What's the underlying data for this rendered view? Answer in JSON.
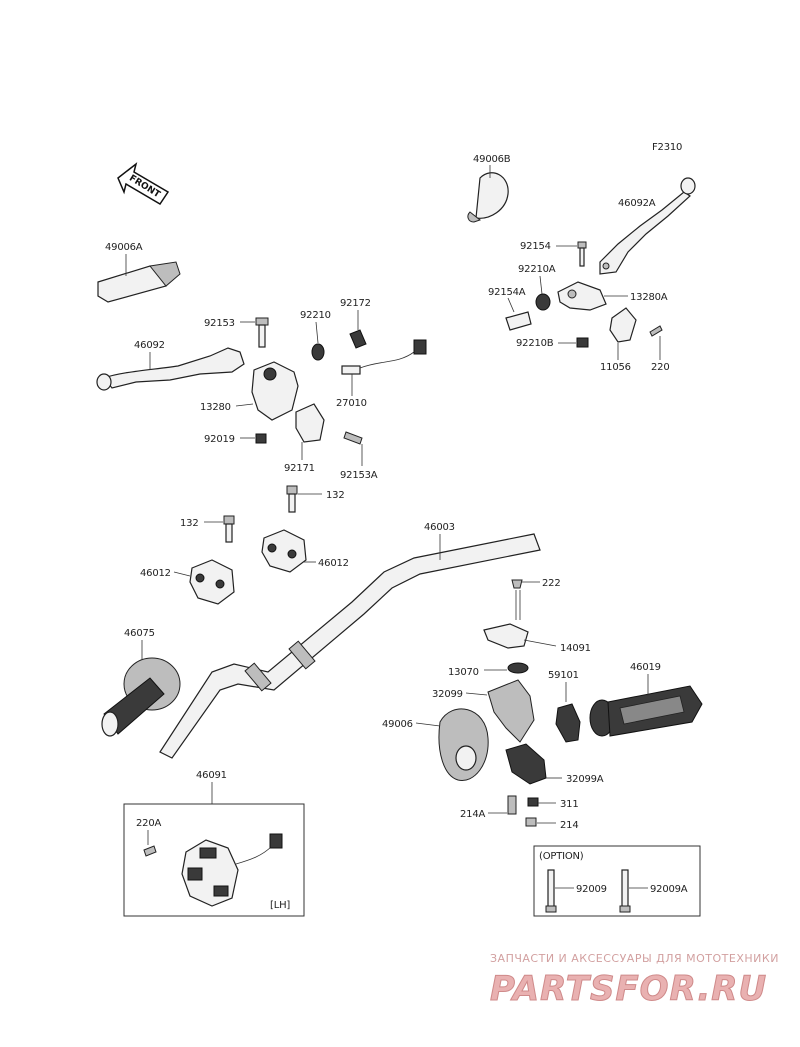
{
  "figure_code": "F2310",
  "front_arrow_label": "FRONT",
  "parts": {
    "p49006B": "49006B",
    "p46092A": "46092A",
    "p49006A": "49006A",
    "p92154": "92154",
    "p92210A": "92210A",
    "p92154A": "92154A",
    "p13280A": "13280A",
    "p92210B": "92210B",
    "p11056": "11056",
    "p220": "220",
    "p92153": "92153",
    "p92210": "92210",
    "p92172": "92172",
    "p46092": "46092",
    "p27010": "27010",
    "p13280": "13280",
    "p92019": "92019",
    "p92171": "92171",
    "p92153A": "92153A",
    "p132a": "132",
    "p132b": "132",
    "p46003": "46003",
    "p46012a": "46012",
    "p46012b": "46012",
    "p222": "222",
    "p46075": "46075",
    "p14091": "14091",
    "p13070": "13070",
    "p59101": "59101",
    "p46019": "46019",
    "p32099": "32099",
    "p49006": "49006",
    "p32099A": "32099A",
    "p311": "311",
    "p214A": "214A",
    "p214": "214",
    "p46091": "46091",
    "p220A": "220A",
    "p92009": "92009",
    "p92009A": "92009A"
  },
  "option_box_label": "(OPTION)",
  "lh_label": "[LH]",
  "watermark": {
    "tagline": "ЗАПЧАСТИ И АКСЕССУАРЫ ДЛЯ МОТОТЕХНИКИ",
    "brand": "PARTSFOR.RU"
  }
}
